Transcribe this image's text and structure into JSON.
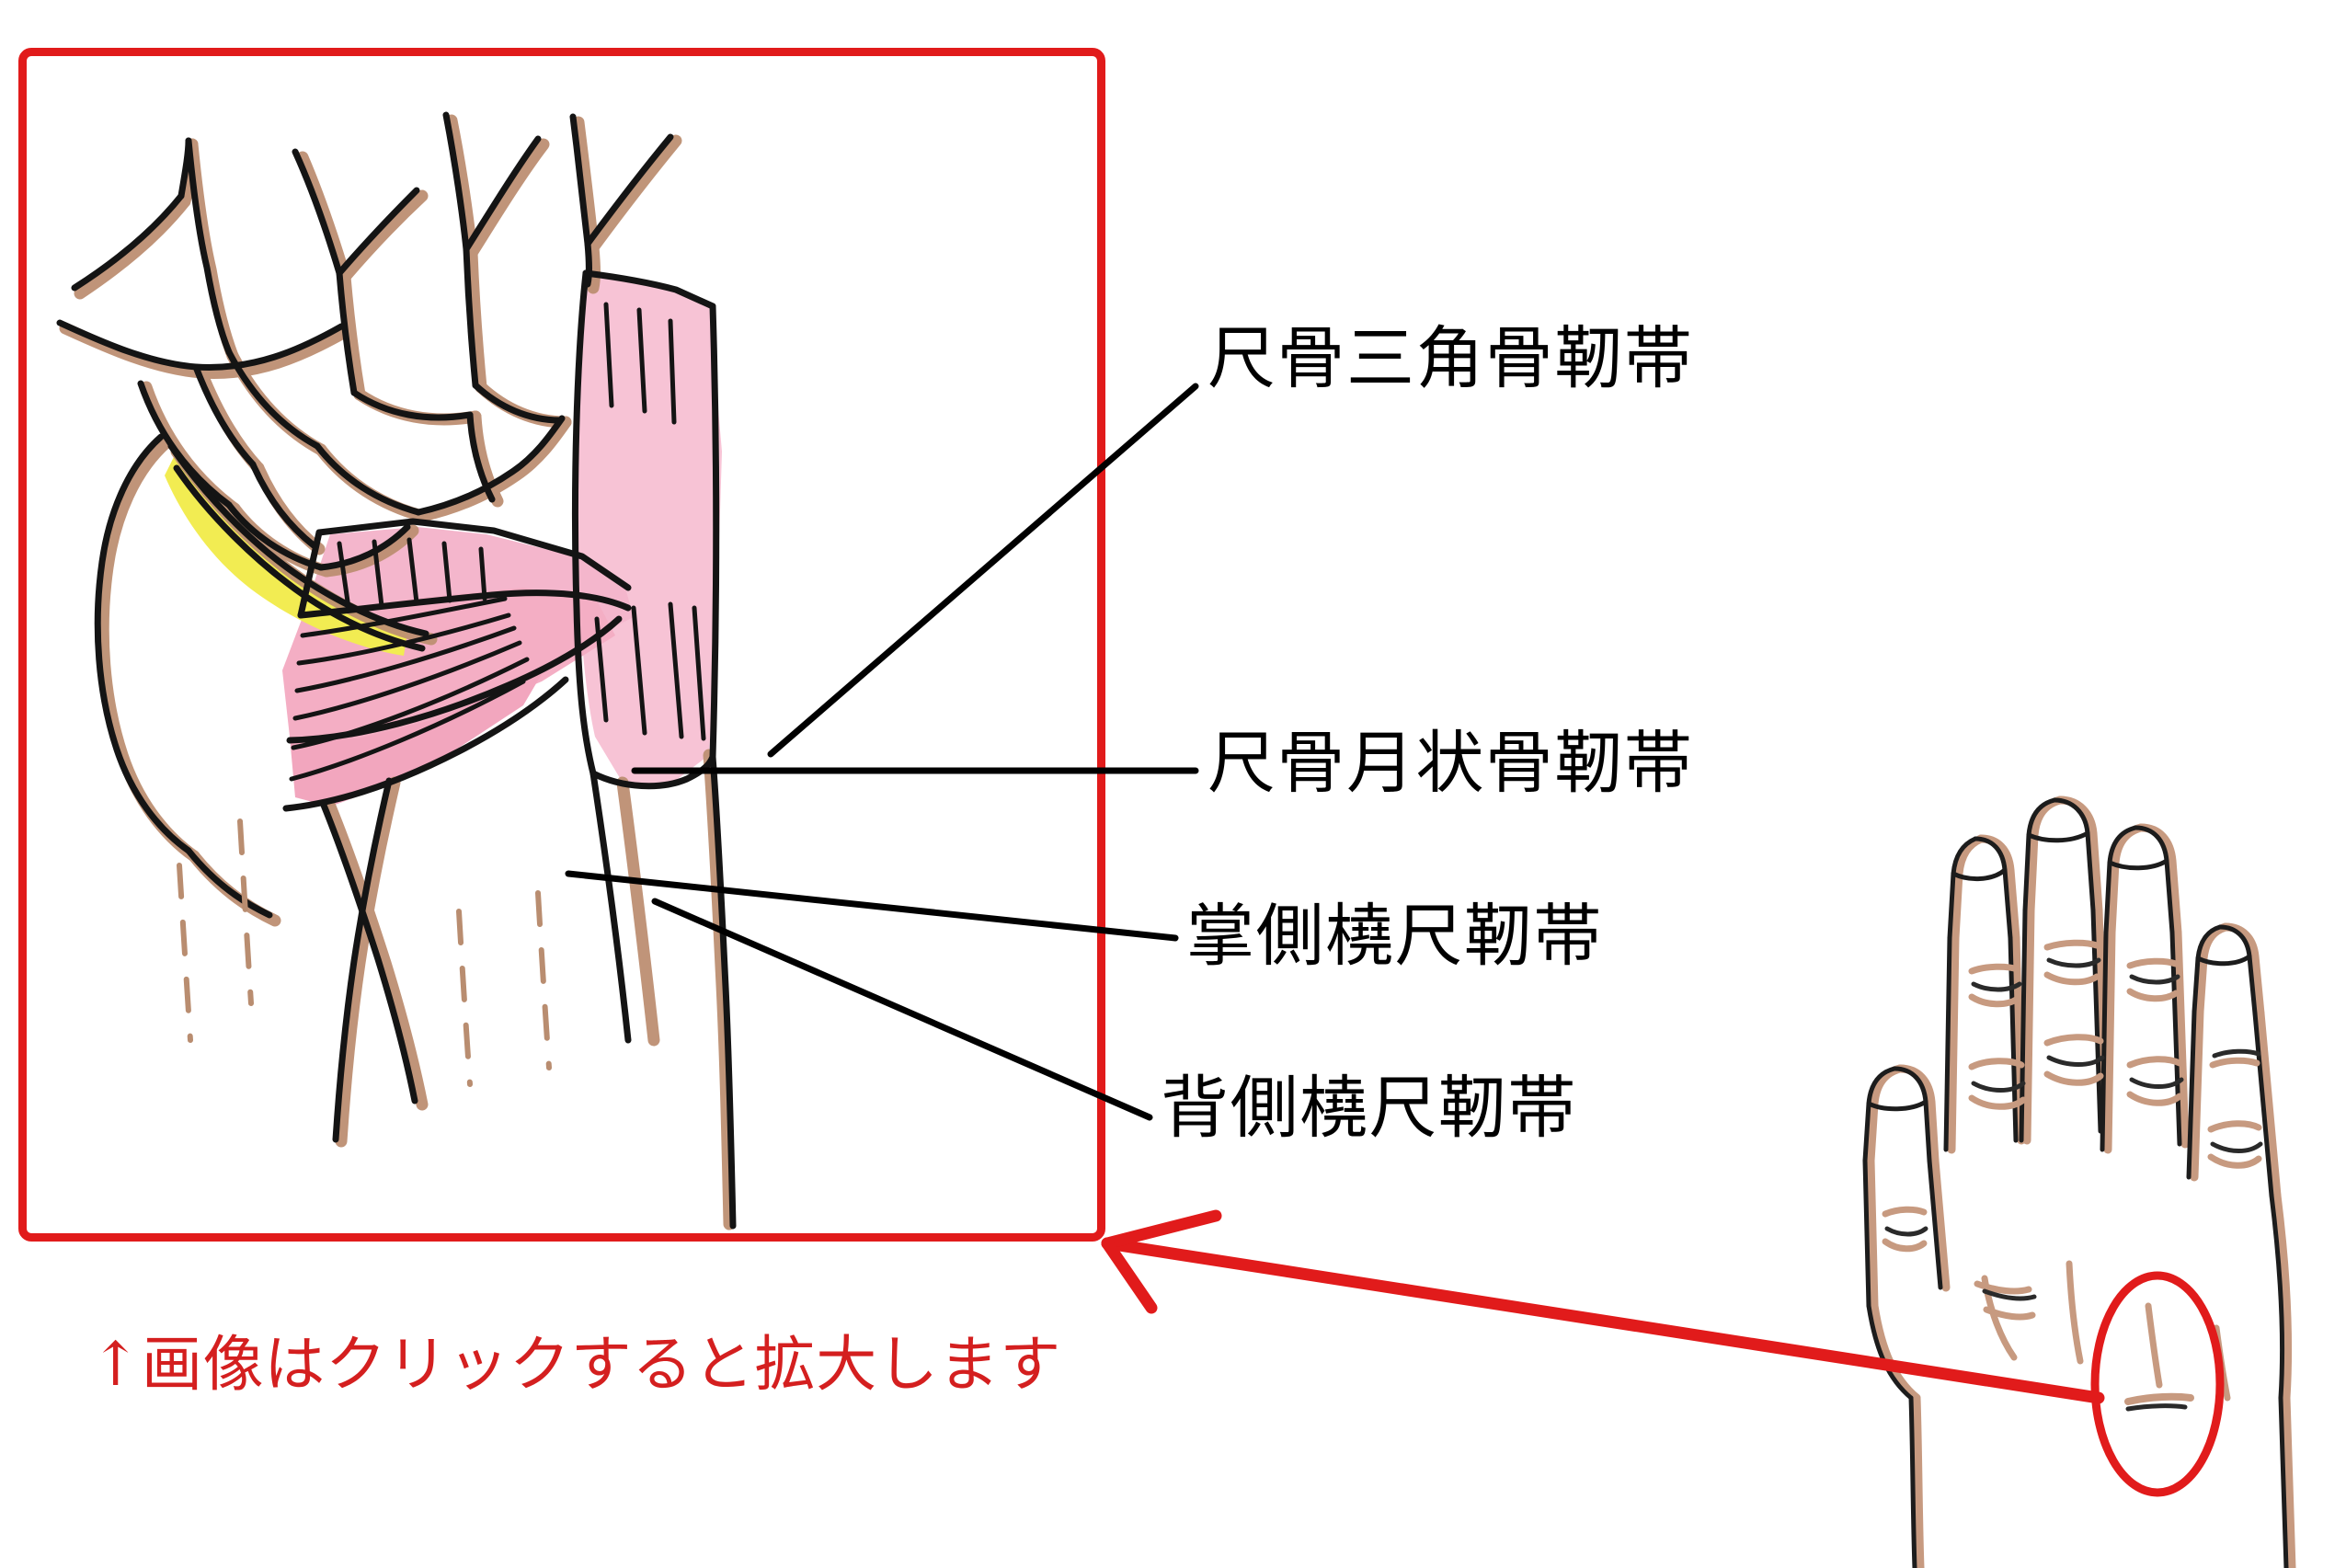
{
  "figure": {
    "frame_color": "#e11b1b",
    "title_alt": "wrist-ligament-anatomy-diagram",
    "colors": {
      "bone_outline": "#1a1a1a",
      "bone_shade": "#b98d70",
      "ligament_pink": "#f4aec4",
      "ligament_pink_light": "#f8cfdd",
      "cartilage_yellow": "#f2ec52",
      "red": "#e11b1b",
      "skin_shade": "#c79a80"
    },
    "regions": [
      {
        "name": "metacarpals",
        "color_hint": "#b98d70"
      },
      {
        "name": "carpal-bones",
        "color_hint": "#b98d70"
      },
      {
        "name": "ulna",
        "color_hint": "#b98d70"
      },
      {
        "name": "radius",
        "color_hint": "#b98d70"
      },
      {
        "name": "articular-disc",
        "color_hint": "#f2ec52"
      },
      {
        "name": "ligament-band",
        "color_hint": "#f4aec4"
      }
    ]
  },
  "labels": [
    {
      "id": "label-1",
      "text": "尺骨三角骨靭帯"
    },
    {
      "id": "label-2",
      "text": "尺骨月状骨靭帯"
    },
    {
      "id": "label-3",
      "text": "掌側橈尺靭帯"
    },
    {
      "id": "label-4",
      "text": "背側橈尺靭帯"
    }
  ],
  "caption": {
    "text": "↑画像はクリックすると拡大します",
    "color": "#d41f1f"
  },
  "hand_diagram": {
    "name": "right-hand-dorsal-view",
    "highlight": {
      "shape": "ellipse",
      "color": "#e11b1b",
      "meaning": "ulnar-side-of-wrist"
    },
    "connector": {
      "shape": "arrow",
      "color": "#e11b1b",
      "points_to": "figure-box"
    }
  }
}
